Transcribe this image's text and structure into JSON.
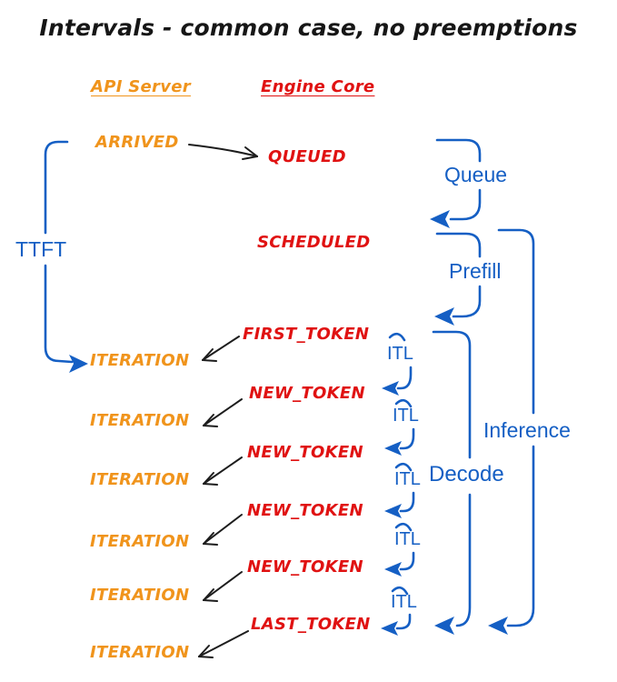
{
  "title": "Intervals - common case, no preemptions",
  "columns": {
    "api_server": "API Server",
    "engine_core": "Engine Core"
  },
  "events": {
    "arrived": "ARRIVED",
    "queued": "QUEUED",
    "scheduled": "SCHEDULED",
    "first_token": "FIRST_TOKEN",
    "new_token": "NEW_TOKEN",
    "last_token": "LAST_TOKEN",
    "iteration": "ITERATION"
  },
  "intervals": {
    "ttft": "TTFT",
    "queue": "Queue",
    "prefill": "Prefill",
    "decode": "Decode",
    "inference": "Inference",
    "itl": "ITL"
  },
  "colors": {
    "api_server": "#F0941C",
    "engine_core": "#E01212",
    "interval": "#155FC4",
    "arrow": "#1d1d1d"
  }
}
